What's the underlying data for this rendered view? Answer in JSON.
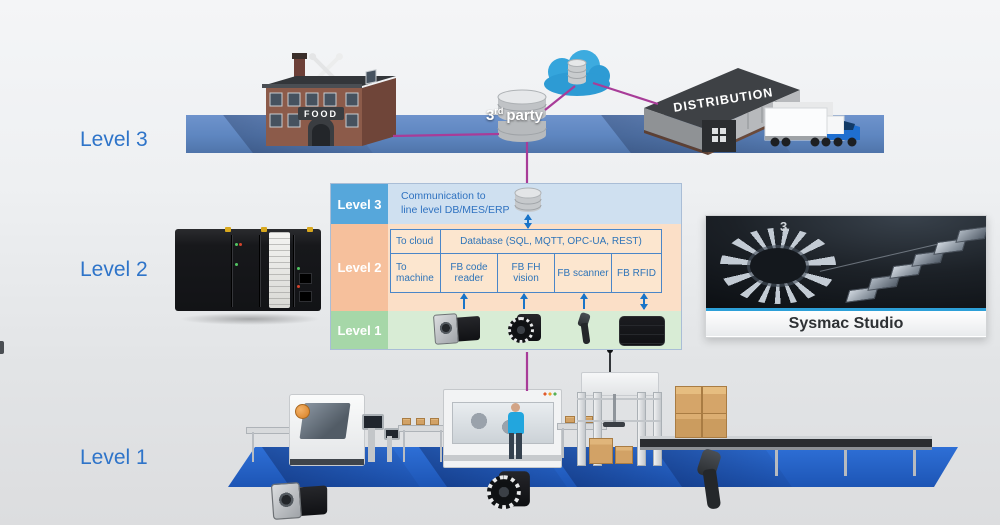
{
  "side_labels": {
    "level3": "Level 3",
    "level2": "Level 2",
    "level1": "Level 1"
  },
  "scene_top": {
    "factory_sign": "FOOD",
    "third_party_num": "3",
    "third_party_sup": "rd",
    "third_party_word": "party",
    "distribution_sign": "DISTRIBUTION"
  },
  "table": {
    "level3_header": "Level 3",
    "level3_line1": "Communication to",
    "level3_line2": "line level DB/MES/ERP",
    "level2_header": "Level 2",
    "row_cloud": {
      "to_cloud": "To cloud",
      "database": "Database  (SQL, MQTT, OPC-UA,  REST)"
    },
    "row_machine": {
      "to_machine": "To machine",
      "fb_code_reader": "FB code reader",
      "fb_fh_vision": "FB FH vision",
      "fb_scanner": "FB scanner",
      "fb_rfid": "FB RFID"
    },
    "level1_header": "Level 1",
    "device_icons": [
      "code-reader-icon",
      "fh-vision-camera-icon",
      "handheld-scanner-icon",
      "rfid-reader-icon"
    ]
  },
  "sysmac": {
    "caption": "Sysmac Studio",
    "img_number": "3"
  },
  "colors": {
    "side_label_blue": "#2e74c9",
    "purple_connector": "#a83c98",
    "arrow_blue": "#1a74c8",
    "band_level3": "#6189c4",
    "band_level1": "#1d5cc0",
    "table_level3_header_bg": "#56a7db",
    "table_level2_header_bg": "#f6c09c",
    "table_level1_header_bg": "#a6d7a8",
    "table_level3_row_bg": "#cfe0f0",
    "table_level2_row_bg": "#fbdfc7",
    "table_level1_row_bg": "#d8ecd5",
    "table_text_blue": "#2e74b8"
  }
}
